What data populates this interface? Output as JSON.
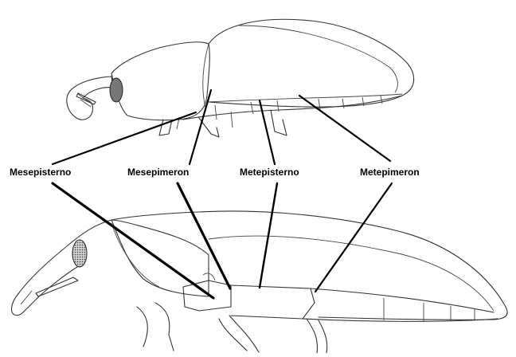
{
  "labels": {
    "mesepisterno": "Mesepisterno",
    "mesepimeron": "Mesepimeron",
    "metepisterno": "Metepisterno",
    "metepimeron": "Metepimeron"
  },
  "colors": {
    "line": "#000000",
    "outline": "#333333",
    "background": "#ffffff"
  }
}
